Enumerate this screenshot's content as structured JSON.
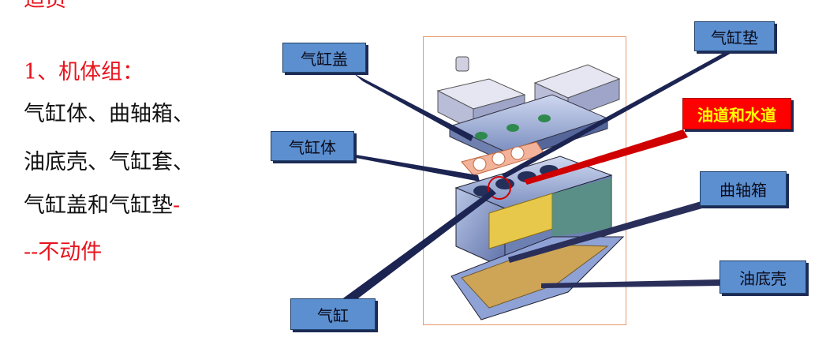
{
  "header": {
    "partial_title": "适员"
  },
  "left": {
    "line1": "1、机体组：",
    "line2": "气缸体、曲轴箱、",
    "line3": "油底壳、气缸套、",
    "line4_main": "气缸盖和气缸垫",
    "line4_dash": "-",
    "line5": "--不动件"
  },
  "labels": {
    "cylinder_head": "气缸盖",
    "head_gasket": "气缸垫",
    "oil_water": "油道和水道",
    "cylinder_block": "气缸体",
    "crankcase": "曲轴箱",
    "oil_pan": "油底壳",
    "cylinder": "气缸"
  },
  "colors": {
    "red": "#e8141e",
    "callout": "#5b8fd0",
    "highlight": "#ff0000",
    "highlight_text": "#ffff00"
  }
}
